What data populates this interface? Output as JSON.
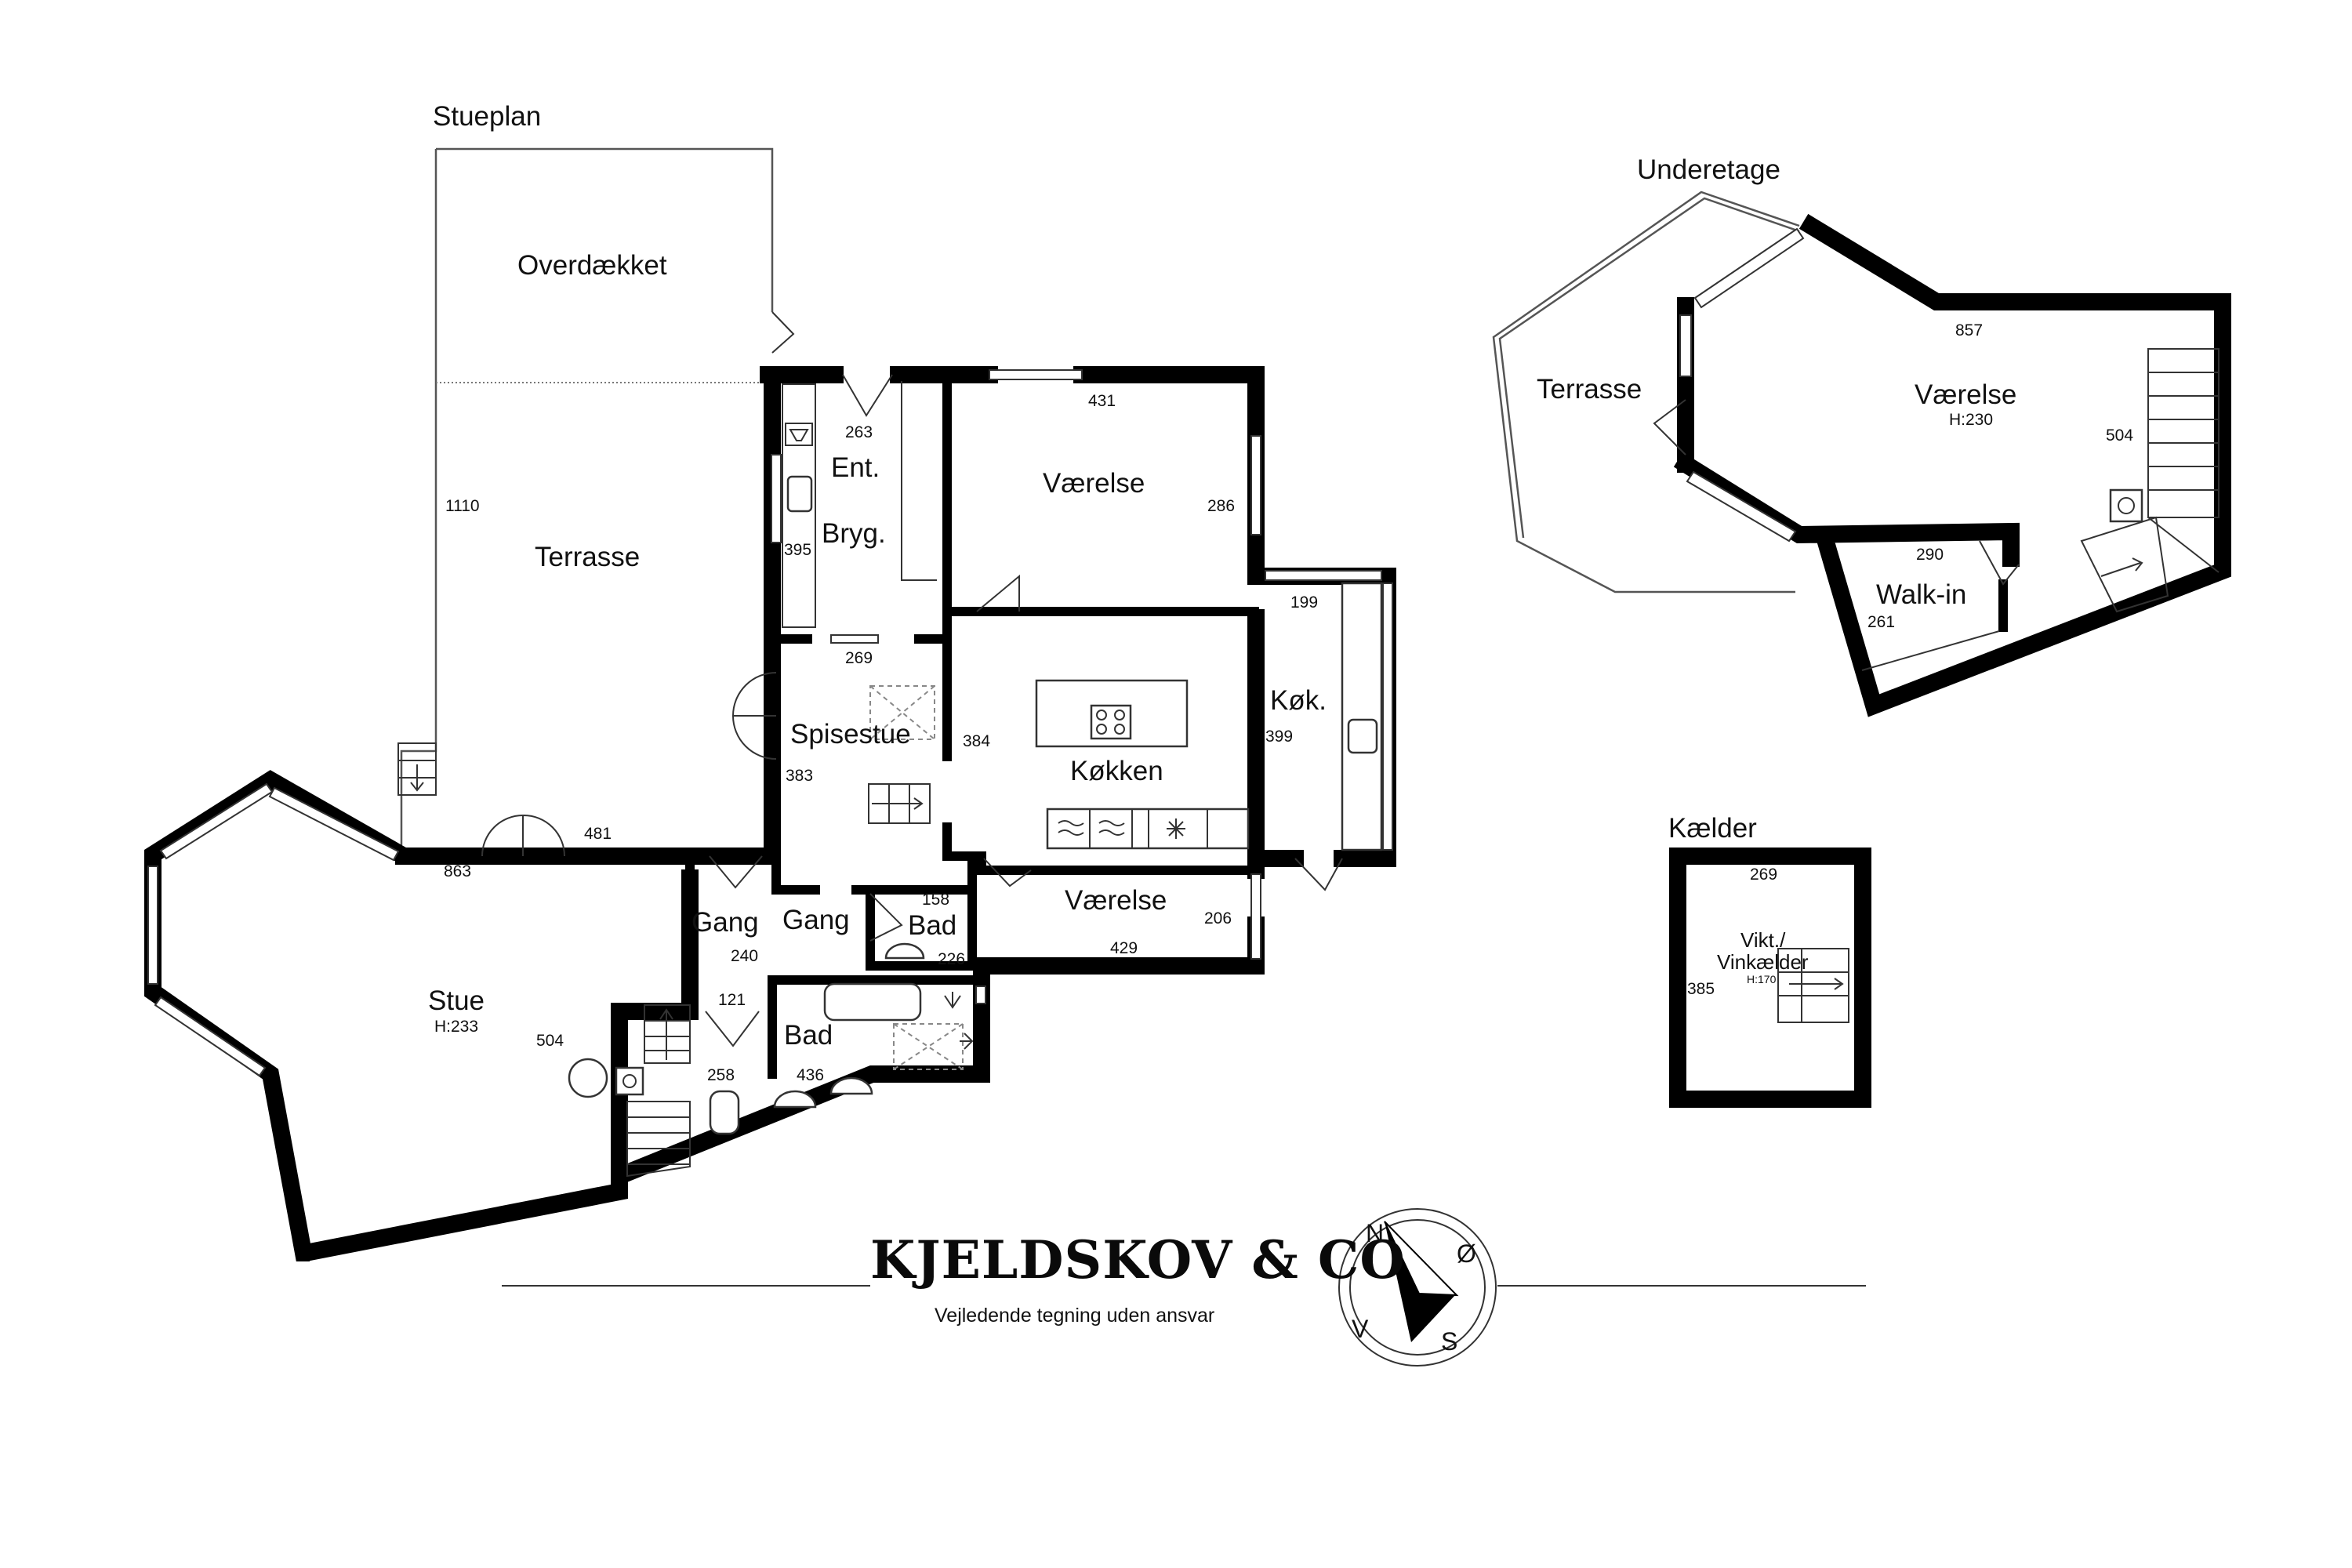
{
  "sections": {
    "ground_floor": "Stueplan",
    "lower_floor": "Underetage",
    "basement": "Kælder"
  },
  "rooms": {
    "overdaekket": "Overdækket",
    "terrasse_main": "Terrasse",
    "ent": "Ent.",
    "bryg": "Bryg.",
    "vaerelse_top": "Værelse",
    "spisestue": "Spisestue",
    "koekken": "Køkken",
    "koek": "Køk.",
    "vaerelse_bottom": "Værelse",
    "gang_1": "Gang",
    "gang_2": "Gang",
    "bad_small": "Bad",
    "bad_large": "Bad",
    "stue": "Stue",
    "stue_height": "H:233",
    "terrasse_lower": "Terrasse",
    "vaerelse_lower": "Værelse",
    "vaerelse_lower_height": "H:230",
    "walk_in": "Walk-in",
    "vinkaelder_line1": "Vikt./",
    "vinkaelder_line2": "Vinkælder",
    "vinkaelder_height": "H:170"
  },
  "dimensions": {
    "terrasse_depth": "1110",
    "ent_width": "263",
    "bryg_depth": "395",
    "vaerelse_top_width": "431",
    "vaerelse_top_depth": "286",
    "koek_width": "199",
    "spisestue_width": "269",
    "spisestue_depth": "383",
    "koekken_depth_mid": "384",
    "koek_depth": "399",
    "stue_wall_right": "481",
    "stue_width": "863",
    "bad_small_width": "158",
    "bad_small_depth": "226",
    "vaerelse_bottom_depth": "206",
    "vaerelse_bottom_width": "429",
    "gang_width": "240",
    "hall_width": "121",
    "stue_depth": "504",
    "hall_depth": "258",
    "bad_large_width": "436",
    "lower_vaerelse_width": "857",
    "lower_vaerelse_depth": "504",
    "walk_in_width": "290",
    "walk_in_depth": "261",
    "basement_width": "269",
    "basement_depth": "385"
  },
  "brand": {
    "name": "KJELDSKOV & CO",
    "tagline": "Vejledende tegning uden ansvar"
  },
  "compass": {
    "north": "N",
    "east": "Ø",
    "south": "S",
    "west": "V"
  },
  "colors": {
    "wall": "#000000",
    "background": "#ffffff"
  }
}
